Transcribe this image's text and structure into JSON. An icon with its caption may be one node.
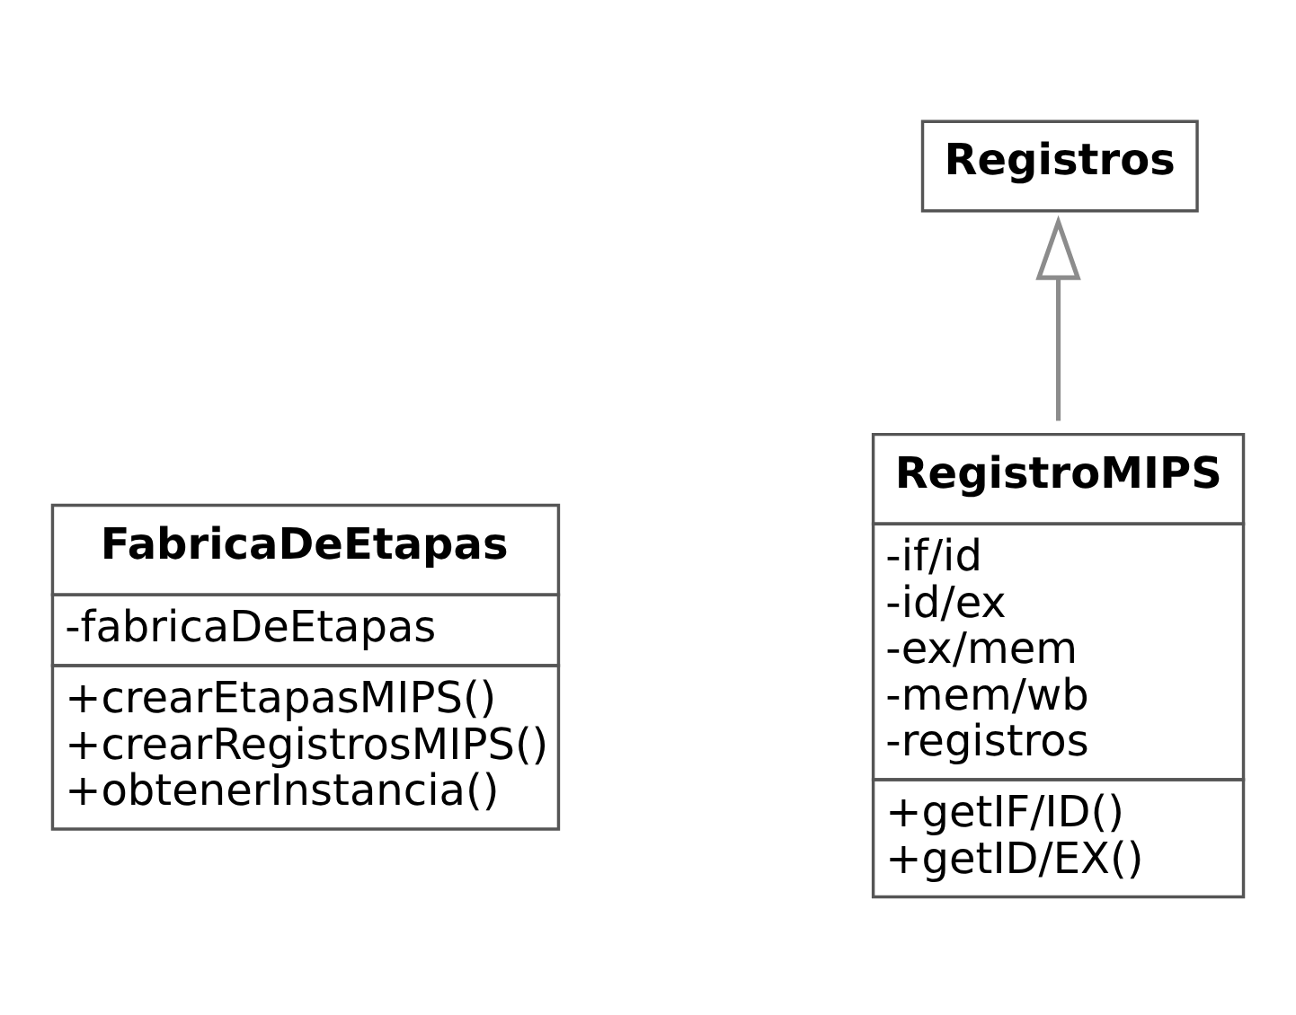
{
  "diagram": {
    "nodes": [
      {
        "text": [
          "FabricaDeEtapas",
          "-fabricaDeEtapas",
          "+crearEtapasMIPS()",
          "+crearRegistrosMIPS()",
          "+obtenerInstancia()"
        ]
      },
      {
        "text": [
          "Registros"
        ]
      },
      {
        "text": [
          "RegistroMIPS",
          "-if/id",
          "-id/ex",
          "-ex/mem",
          "-mem/wb",
          "-registros",
          "+getIF/ID()",
          "+getID/EX()"
        ]
      }
    ],
    "edges": [
      {
        "from": 2,
        "to": 1,
        "arrow": "to",
        "color": "#8c8c8c"
      }
    ]
  }
}
